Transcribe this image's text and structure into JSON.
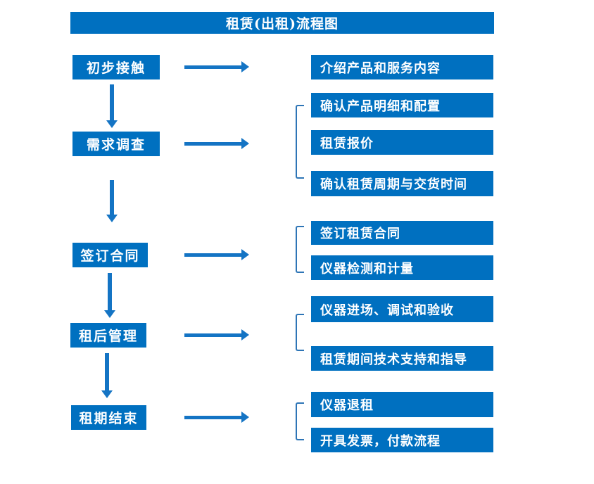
{
  "title": "租赁(出租)流程图",
  "colors": {
    "box_blue": "#0070C0",
    "arrow_blue": "#1474C4",
    "bracket_blue": "#2E75B6",
    "text_white": "#FFFFFF",
    "background": "#FFFFFF"
  },
  "flow": {
    "steps": [
      {
        "label": "初步接触",
        "outputs": [
          "介绍产品和服务内容"
        ]
      },
      {
        "label": "需求调查",
        "outputs": [
          "确认产品明细和配置",
          "租赁报价",
          "确认租赁周期与交货时间"
        ]
      },
      {
        "label": "签订合同",
        "outputs": [
          "签订租赁合同",
          "仪器检测和计量"
        ]
      },
      {
        "label": "租后管理",
        "outputs": [
          "仪器进场、调试和验收",
          "租赁期间技术支持和指导"
        ]
      },
      {
        "label": "租期结束",
        "outputs": [
          "仪器退租",
          "开具发票，付款流程"
        ]
      }
    ]
  }
}
